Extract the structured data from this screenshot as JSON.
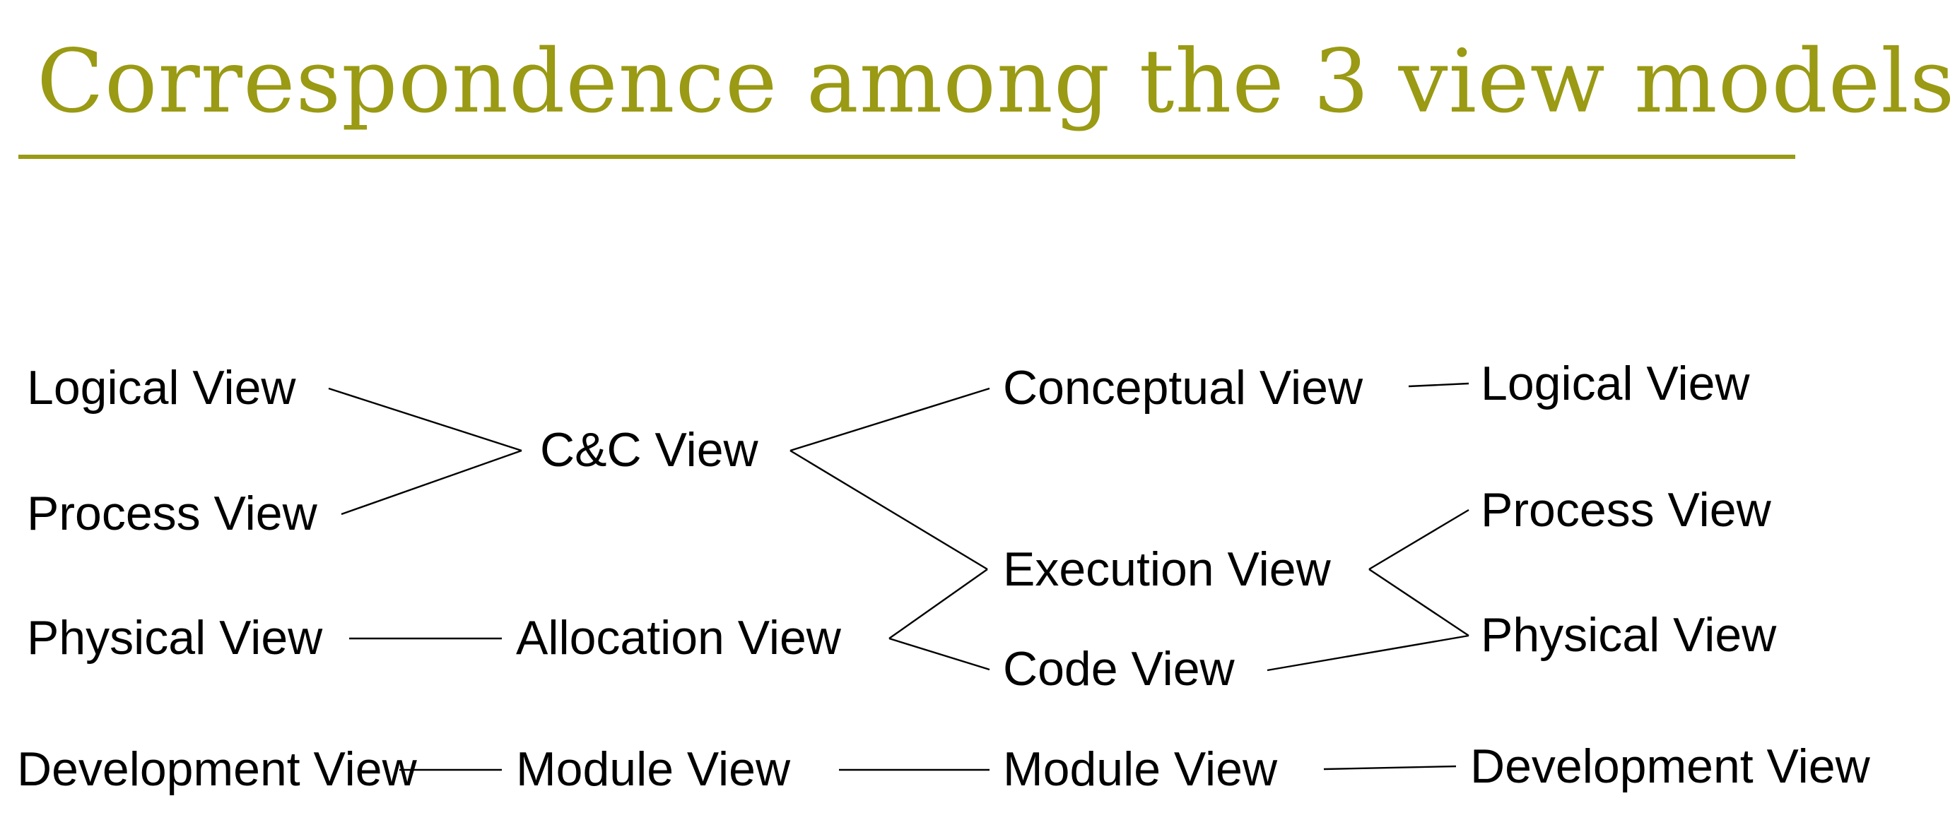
{
  "slide": {
    "title": "Correspondence among the 3 view models",
    "accent_color": "#9a9a14",
    "text_color": "#000000"
  },
  "diagram": {
    "nodes": {
      "left_logical": "Logical View",
      "left_process": "Process View",
      "left_physical": "Physical View",
      "left_development": "Development View",
      "cc": "C&C View",
      "allocation": "Allocation View",
      "module_left": "Module View",
      "conceptual": "Conceptual View",
      "execution": "Execution View",
      "code": "Code View",
      "module_right": "Module View",
      "right_logical": "Logical View",
      "right_process": "Process View",
      "right_physical": "Physical View",
      "right_development": "Development View"
    },
    "edges": [
      [
        "left_logical",
        "cc"
      ],
      [
        "left_process",
        "cc"
      ],
      [
        "left_physical",
        "allocation"
      ],
      [
        "left_development",
        "module_left"
      ],
      [
        "cc",
        "conceptual"
      ],
      [
        "cc",
        "execution"
      ],
      [
        "allocation",
        "execution"
      ],
      [
        "allocation",
        "code"
      ],
      [
        "module_left",
        "module_right"
      ],
      [
        "conceptual",
        "right_logical"
      ],
      [
        "execution",
        "right_process"
      ],
      [
        "execution",
        "right_physical"
      ],
      [
        "code",
        "right_physical"
      ],
      [
        "module_right",
        "right_development"
      ]
    ]
  }
}
